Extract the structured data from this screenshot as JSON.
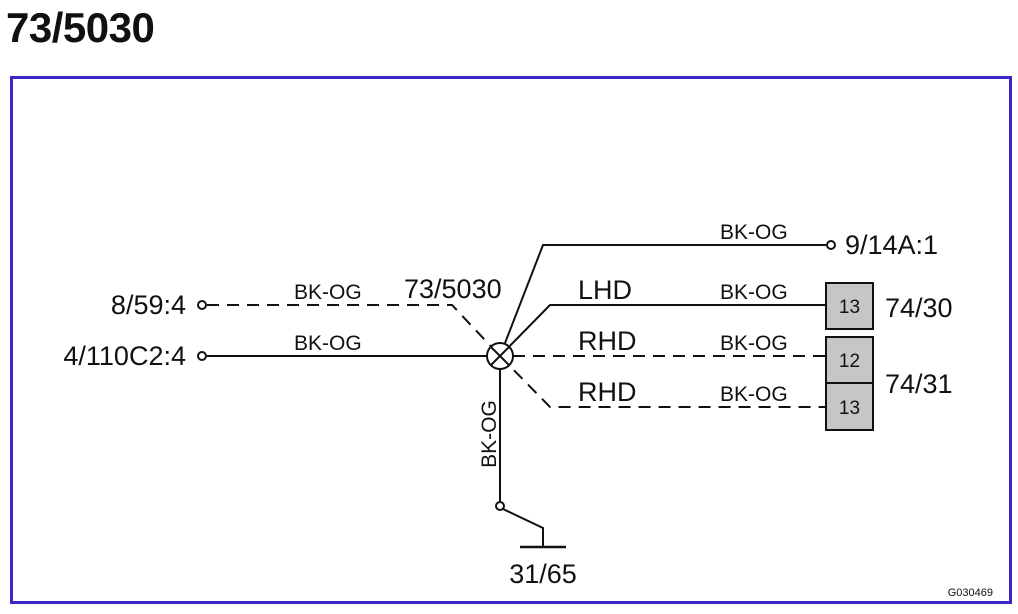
{
  "title": "73/5030",
  "colors": {
    "frame_border": "#3a27c9",
    "line": "#111111",
    "connector_fill": "#c6c6c6"
  },
  "splice": {
    "label": "73/5030"
  },
  "connections": {
    "top_right": {
      "terminal": "9/14A:1",
      "wire_color": "BK-OG"
    },
    "left_upper": {
      "terminal": "8/59:4",
      "wire_color": "BK-OG"
    },
    "left_lower": {
      "terminal": "4/110C2:4",
      "wire_color": "BK-OG"
    },
    "ground": {
      "terminal": "31/65",
      "wire_color": "BK-OG"
    },
    "lhd": {
      "variant": "LHD",
      "wire_color": "BK-OG",
      "pin": "13",
      "connector": "74/30"
    },
    "rhd_upper": {
      "variant": "RHD",
      "wire_color": "BK-OG",
      "pin": "12"
    },
    "rhd_lower": {
      "variant": "RHD",
      "wire_color": "BK-OG",
      "pin": "13"
    },
    "rhd_connector": "74/31"
  },
  "figure_code": "G030469"
}
